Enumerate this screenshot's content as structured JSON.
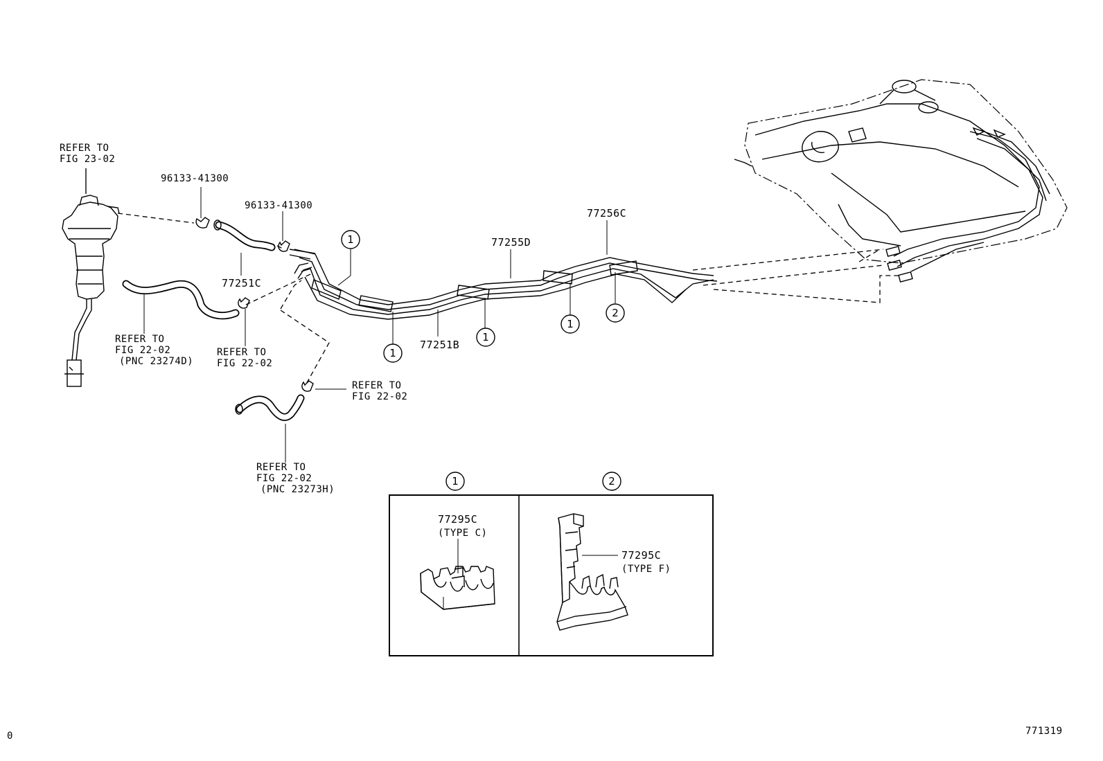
{
  "labels": {
    "refer_fig_23_02": [
      "REFER TO",
      "FIG 23-02"
    ],
    "clamp_part_top": "96133-41300",
    "clamp_part_mid": "96133-41300",
    "hose_77251c": "77251C",
    "refer_fig_22_02_pnc_23274d": [
      "REFER TO",
      "FIG 22-02",
      "(PNC 23274D)"
    ],
    "refer_fig_22_02_clamp": [
      "REFER TO",
      "FIG 22-02"
    ],
    "refer_fig_22_02_right": [
      "REFER TO",
      "FIG 22-02"
    ],
    "refer_fig_22_02_pnc_23273h": [
      "REFER TO",
      "FIG 22-02",
      "(PNC 23273H)"
    ],
    "tube_77255d": "77255D",
    "tube_77256c": "77256C",
    "tube_77251b": "77251B",
    "clamp_callout_1": "1",
    "clamp_callout_2": "2"
  },
  "detail_box": {
    "panel_1": {
      "callout": "1",
      "part": "77295C",
      "type": "(TYPE C)"
    },
    "panel_2": {
      "callout": "2",
      "part": "77295C",
      "type": "(TYPE F)"
    }
  },
  "footer": {
    "left": "0",
    "right": "771319"
  }
}
